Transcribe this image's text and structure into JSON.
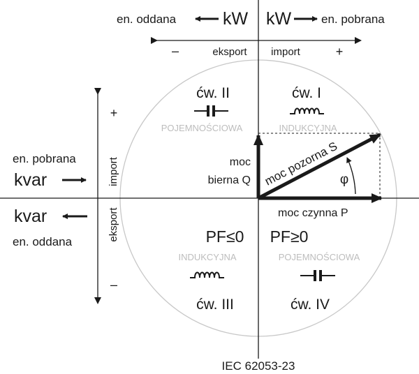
{
  "top_axis": {
    "left_energy": "en. oddana",
    "left_unit": "kW",
    "right_unit": "kW",
    "right_energy": "en. pobrana",
    "minus": "–",
    "export": "eksport",
    "import": "import",
    "plus": "+"
  },
  "left_axis": {
    "plus": "+",
    "import": "import",
    "export": "eksport",
    "minus": "–",
    "upper_energy": "en. pobrana",
    "upper_unit": "kvar",
    "lower_unit": "kvar",
    "lower_energy": "en. oddana"
  },
  "quadrants": {
    "q1": {
      "label": "ćw. I",
      "load": "INDUKCYJNA"
    },
    "q2": {
      "label": "ćw. II",
      "load": "POJEMNOŚCIOWA"
    },
    "q3": {
      "label": "ćw. III",
      "load": "INDUKCYJNA"
    },
    "q4": {
      "label": "ćw. IV",
      "load": "POJEMNOŚCIOWA"
    }
  },
  "pf": {
    "negative": "PF≤0",
    "positive": "PF≥0"
  },
  "vectors": {
    "reactive_line1": "moc",
    "reactive_line2": "bierna Q",
    "apparent": "moc pozorna S",
    "active": "moc czynna P",
    "angle": "φ"
  },
  "footer": "IEC 62053-23",
  "colors": {
    "ink": "#1a1a1a",
    "circle": "#c8c8c8",
    "faint_label": "#bdbdbd"
  }
}
